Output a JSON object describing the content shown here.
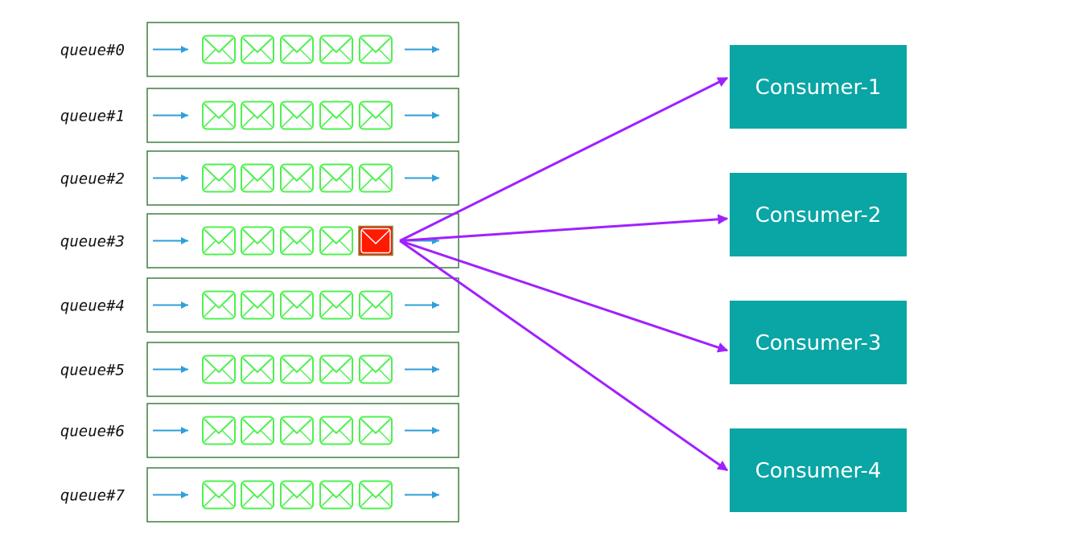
{
  "colors": {
    "queue_border": "#3f7f3f",
    "flow_arrow": "#2f9fd8",
    "envelope": "#4ff04f",
    "envelope_selected_fill": "#ff1a00",
    "envelope_selected_border": "#7a8a3a",
    "consumer_fill": "#0aa5a5",
    "consumer_text": "#ffffff",
    "dispatch_arrow": "#a020ff"
  },
  "queues": [
    {
      "label": "queue#0",
      "messages": 5
    },
    {
      "label": "queue#1",
      "messages": 5
    },
    {
      "label": "queue#2",
      "messages": 5
    },
    {
      "label": "queue#3",
      "messages": 5,
      "selected_message": 5
    },
    {
      "label": "queue#4",
      "messages": 5
    },
    {
      "label": "queue#5",
      "messages": 5
    },
    {
      "label": "queue#6",
      "messages": 5
    },
    {
      "label": "queue#7",
      "messages": 5
    }
  ],
  "consumers": [
    {
      "label": "Consumer-1"
    },
    {
      "label": "Consumer-2"
    },
    {
      "label": "Consumer-3"
    },
    {
      "label": "Consumer-4"
    }
  ],
  "dispatch": {
    "source_queue": "queue#3",
    "targets": [
      "Consumer-1",
      "Consumer-2",
      "Consumer-3",
      "Consumer-4"
    ]
  }
}
